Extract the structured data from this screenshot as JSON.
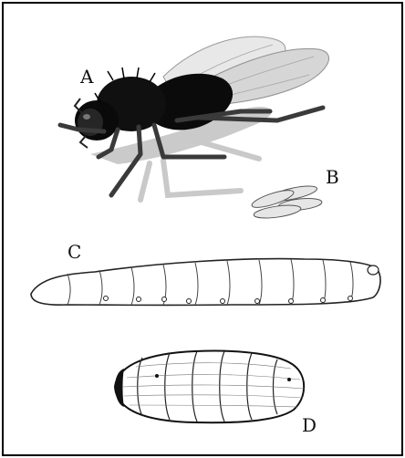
{
  "figure": {
    "labels": {
      "adult": "A",
      "eggs": "B",
      "larva": "C",
      "pupa": "D"
    },
    "colors": {
      "ink": "#111111",
      "body": "#0b0b0b",
      "wing": "#d9d9d9",
      "shadow": "#bdbdbd"
    }
  }
}
